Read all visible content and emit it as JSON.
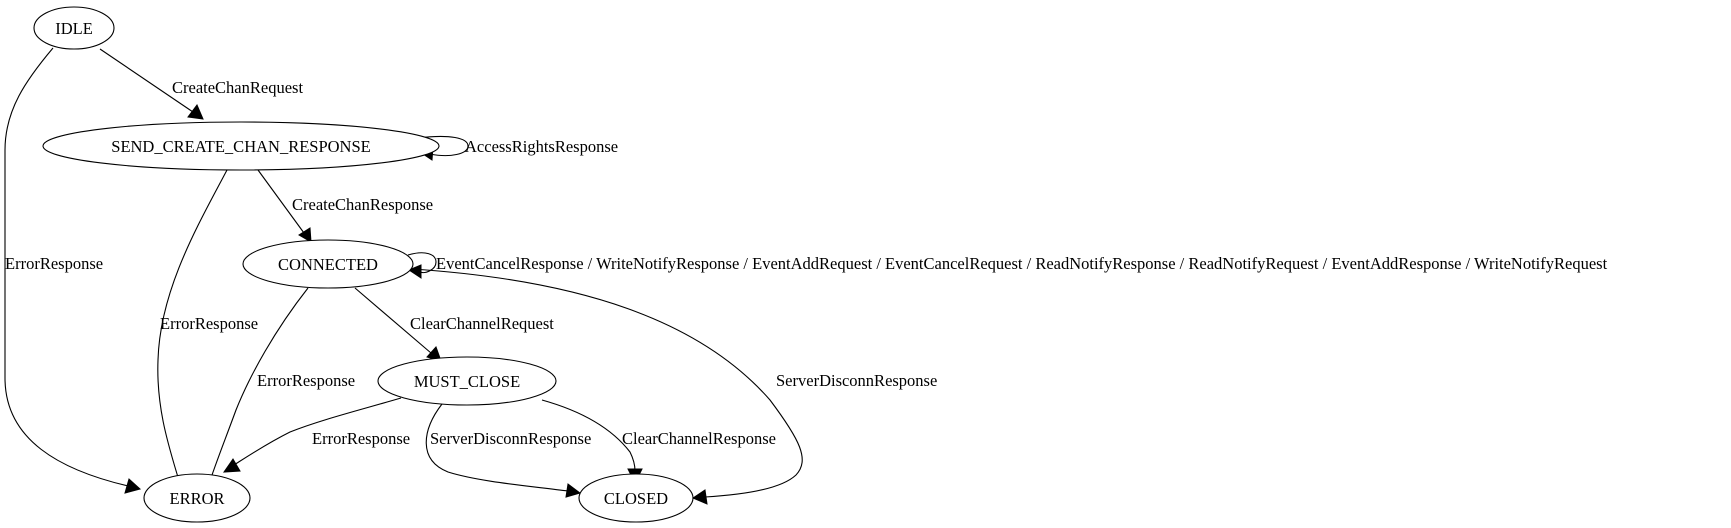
{
  "nodes": {
    "idle": "IDLE",
    "send_create_chan_response": "SEND_CREATE_CHAN_RESPONSE",
    "connected": "CONNECTED",
    "must_close": "MUST_CLOSE",
    "error": "ERROR",
    "closed": "CLOSED"
  },
  "edges": {
    "idle_to_send": "CreateChanRequest",
    "idle_to_error": "ErrorResponse",
    "send_self": "AccessRightsResponse",
    "send_to_connected": "CreateChanResponse",
    "send_to_error": "ErrorResponse",
    "connected_self": "EventCancelResponse / WriteNotifyResponse / EventAddRequest / EventCancelRequest / ReadNotifyResponse / ReadNotifyRequest / EventAddResponse / WriteNotifyRequest",
    "connected_to_must_close": "ClearChannelRequest",
    "connected_to_error": "ErrorResponse",
    "connected_to_closed": "ServerDisconnResponse",
    "must_close_to_error": "ErrorResponse",
    "must_close_to_closed_disconn": "ServerDisconnResponse",
    "must_close_to_closed_clear": "ClearChannelResponse"
  }
}
